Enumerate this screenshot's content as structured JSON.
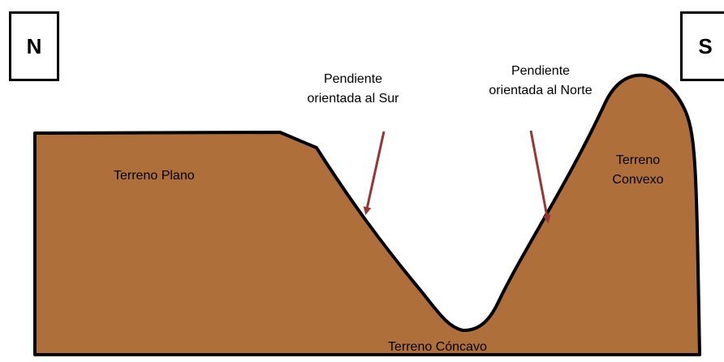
{
  "compass": {
    "north": "N",
    "south": "S"
  },
  "labels": {
    "south_slope_line1": "Pendiente",
    "south_slope_line2": "orientada al Sur",
    "north_slope_line1": "Pendiente",
    "north_slope_line2": "orientada al Norte",
    "flat_terrain": "Terreno Plano",
    "convex_line1": "Terreno",
    "convex_line2": "Convexo",
    "concave_terrain": "Terreno Cóncavo"
  },
  "colors": {
    "terrain_fill": "#ae6f3a",
    "terrain_outline": "#000000",
    "arrow": "#953735"
  }
}
